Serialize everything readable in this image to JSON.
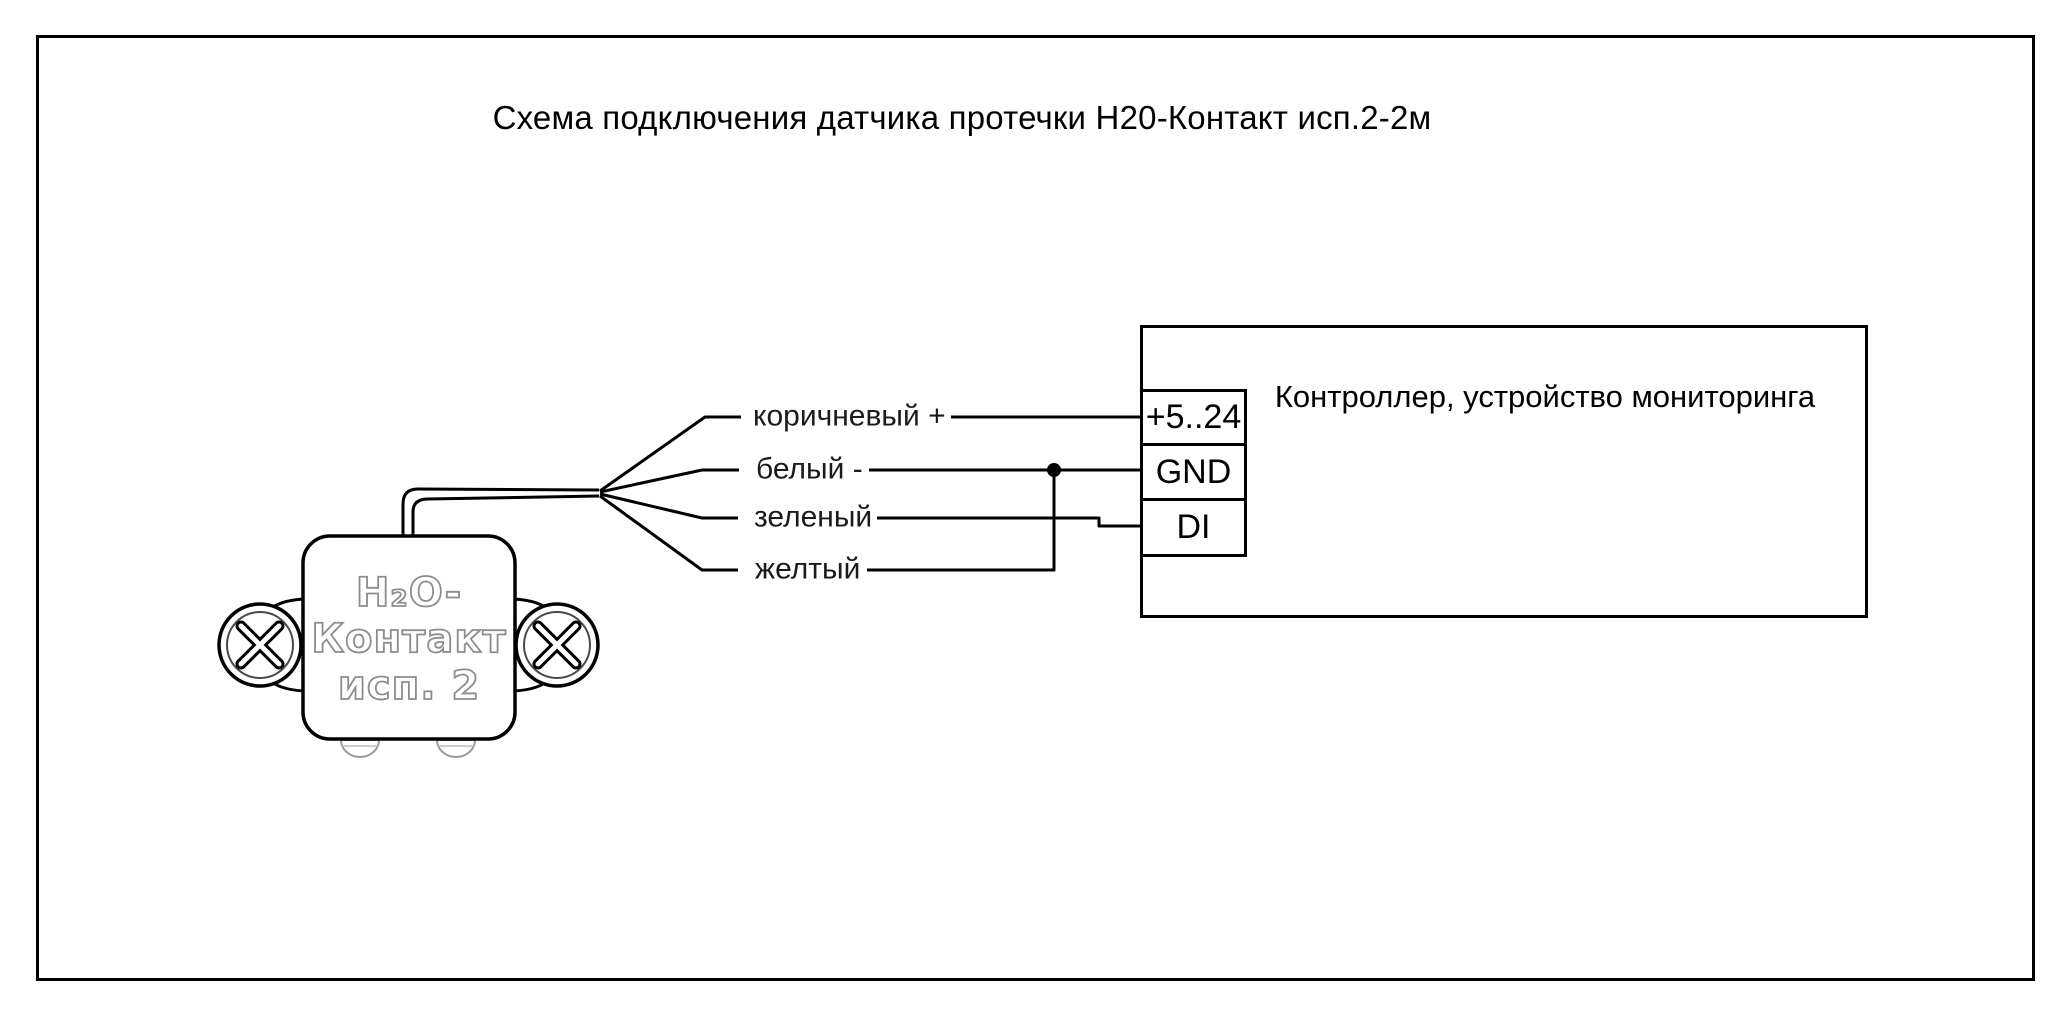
{
  "diagram": {
    "title": "Схема подключения датчика протечки Н20-Контакт исп.2-2м"
  },
  "sensor": {
    "label_line1": "H₂O-",
    "label_line2": "Контакт",
    "label_line3": "исп. 2"
  },
  "wires": [
    {
      "label": "коричневый +",
      "connects_to": "+5..24"
    },
    {
      "label": "белый -",
      "connects_to": "GND"
    },
    {
      "label": "зеленый",
      "connects_to": "DI"
    },
    {
      "label": "желтый",
      "connects_to": "GND"
    }
  ],
  "controller": {
    "title": "Контроллер, устройство мониторинга",
    "terminals": [
      "+5..24",
      "GND",
      "DI"
    ]
  },
  "colors": {
    "line": "#000000",
    "wire_label_text": "#1b1b1b",
    "sensor_outline_text": "#8d8d8d",
    "background": "#ffffff"
  }
}
